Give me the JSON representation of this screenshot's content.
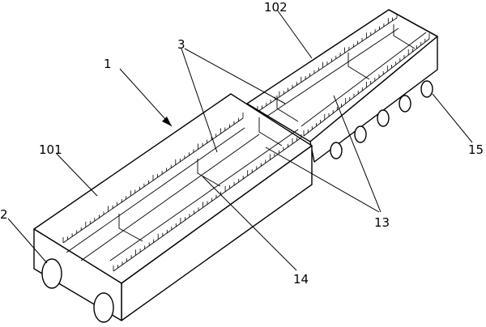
{
  "labels": {
    "l1": "1",
    "l2": "2",
    "l3": "3",
    "l13": "13",
    "l14": "14",
    "l15": "15",
    "l101": "101",
    "l102": "102"
  }
}
